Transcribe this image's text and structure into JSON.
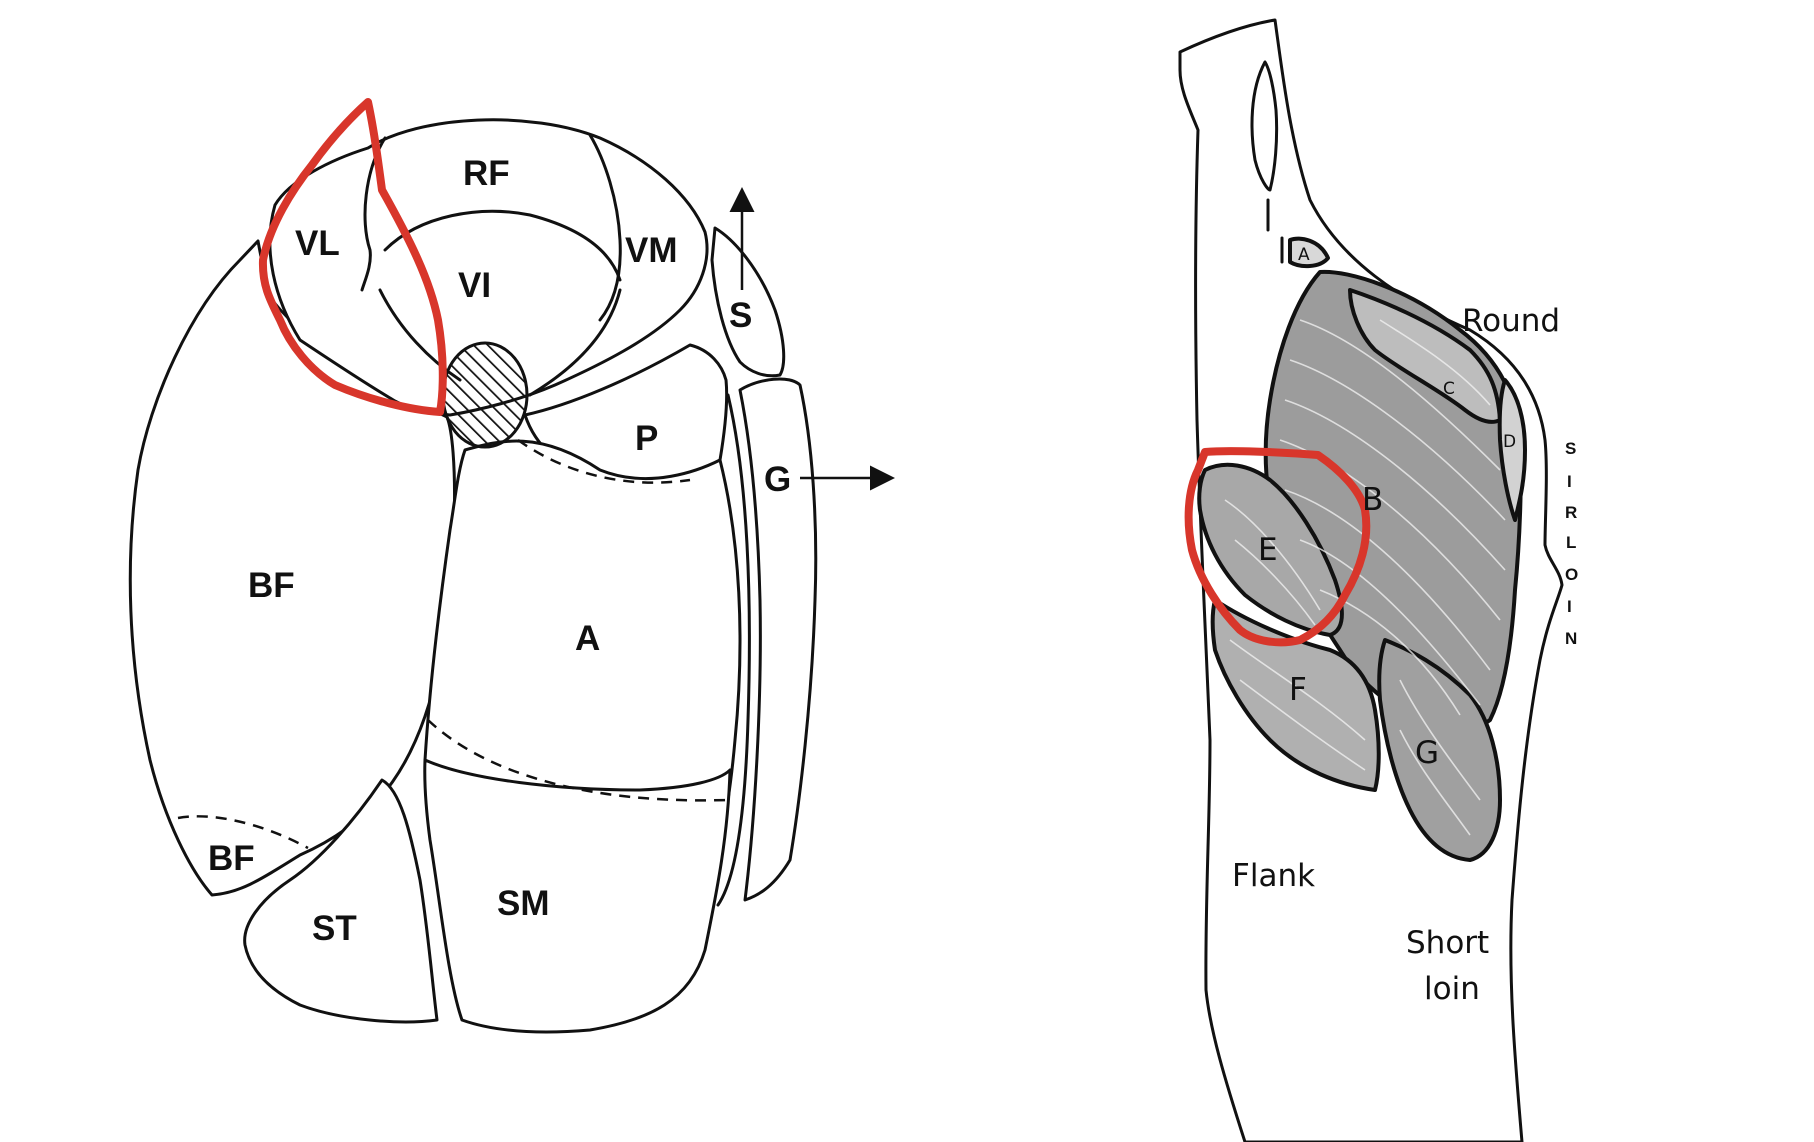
{
  "colors": {
    "line": "#111111",
    "highlight": "#d8362b",
    "muscle": "#9c9c9c"
  },
  "cross_section": {
    "labels": {
      "rf": "RF",
      "vl": "VL",
      "vi": "VI",
      "vm": "VM",
      "s": "S",
      "p": "P",
      "g": "G",
      "bf": "BF",
      "a": "A",
      "bf_small": "BF",
      "st": "ST",
      "sm": "SM"
    }
  },
  "side_view": {
    "labels": {
      "a": "A",
      "b": "B",
      "c": "C",
      "d": "D",
      "e": "E",
      "f": "F",
      "g": "G",
      "round": "Round",
      "flank": "Flank",
      "short": "Short",
      "loin": "loin",
      "sirloin": [
        "S",
        "I",
        "R",
        "L",
        "O",
        "I",
        "N"
      ]
    }
  }
}
